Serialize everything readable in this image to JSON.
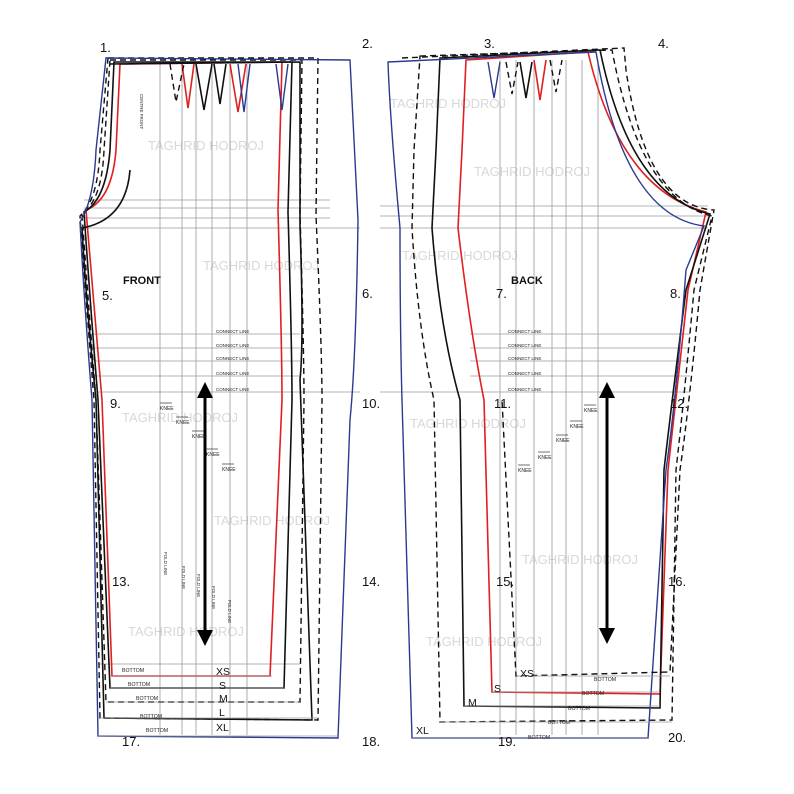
{
  "numbers": [
    "1.",
    "2.",
    "3.",
    "4.",
    "5.",
    "6.",
    "7.",
    "8.",
    "9.",
    "10.",
    "11.",
    "12.",
    "13.",
    "14.",
    "15.",
    "16.",
    "17.",
    "18.",
    "19.",
    "20."
  ],
  "front": {
    "title": "FRONT",
    "centre_front": "CENTRE FRONT",
    "sizes": [
      "XS",
      "S",
      "M",
      "L",
      "XL"
    ],
    "connect": "CONNECT LINE",
    "knee": "KNEE",
    "fold": "FOLD LINE",
    "bottom": "BOTTOM"
  },
  "back": {
    "title": "BACK",
    "sizes": [
      "XS",
      "S",
      "M",
      "XL"
    ],
    "connect": "CONNECT LINE",
    "knee": "KNEE",
    "bottom": "BOTTOM"
  },
  "watermark": "TAGHRID HODROJ",
  "colors": {
    "xs": "#2b3a8f",
    "s": "#e02020",
    "m": "#111111",
    "l": "#111111",
    "xl": "#2b3a8f"
  }
}
